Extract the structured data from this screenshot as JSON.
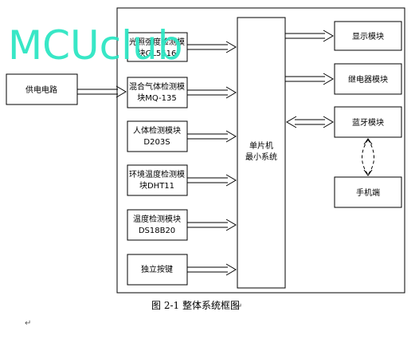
{
  "watermark": "MCUclub",
  "blocks": {
    "power": "供电电路",
    "sensors": [
      [
        "光照强度检测模",
        "块GL5516"
      ],
      [
        "混合气体检测模",
        "块MQ-135"
      ],
      [
        "人体检测模块",
        "D203S"
      ],
      [
        "环境温度检测模",
        "块DHT11"
      ],
      [
        "温度检测模块",
        "DS18B20"
      ],
      [
        "独立按键"
      ]
    ],
    "mcu": [
      "单片机",
      "最小系统"
    ],
    "outputs": {
      "display": "显示模块",
      "relay": "继电器模块",
      "bluetooth": "蓝牙模块",
      "phone": "手机端"
    }
  },
  "caption": "图 2-1  整体系统框图",
  "return_mark_1": "↵",
  "return_mark_2": "↵"
}
